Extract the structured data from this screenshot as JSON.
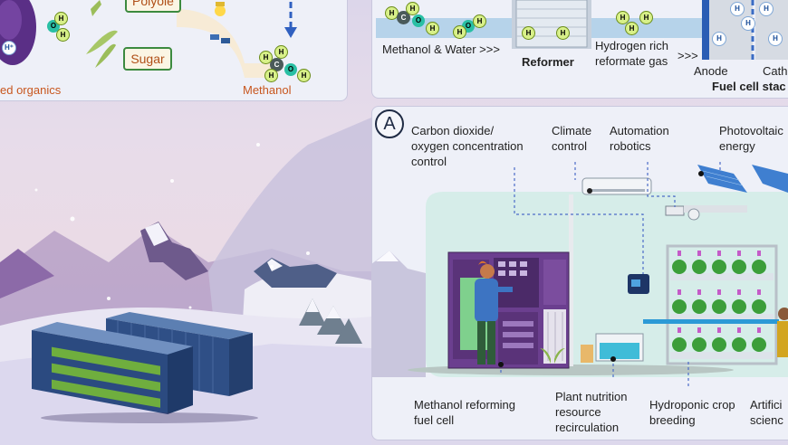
{
  "top_left": {
    "boxes": {
      "polyole": "Polyole",
      "sugar": "Sugar"
    },
    "labels": {
      "organics": "ed organics",
      "methanol": "Methanol"
    }
  },
  "top_right": {
    "labels": {
      "methanol_water": "Methanol & Water >>>",
      "reformer": "Reformer",
      "hydrogen_rich": "Hydrogen rich\nreformate gas",
      "arrows": ">>>",
      "anode": "Anode",
      "cathode": "Cath",
      "fuel_cell_stack": "Fuel cell stac"
    }
  },
  "panel_a": {
    "badge": "A",
    "labels": {
      "co2": "Carbon dioxide/\noxygen concentration\ncontrol",
      "climate": "Climate\ncontrol",
      "automation": "Automation\nrobotics",
      "photovoltaic": "Photovoltaic\nenergy",
      "methanol_reforming": "Methanol reforming\nfuel cell",
      "plant_nutrition": "Plant nutrition\nresource\nrecirculation",
      "hydroponic": "Hydroponic crop\nbreeding",
      "artificial": "Artifici\nscienc"
    }
  },
  "colors": {
    "panel_bg": "#eef0f8",
    "accent_orange": "#c8561e",
    "green_box_border": "#3c8a3f",
    "purple_machine": "#6b3f8f",
    "container_blue": "#2f4f86",
    "dashed_line": "#4c6cc8"
  }
}
